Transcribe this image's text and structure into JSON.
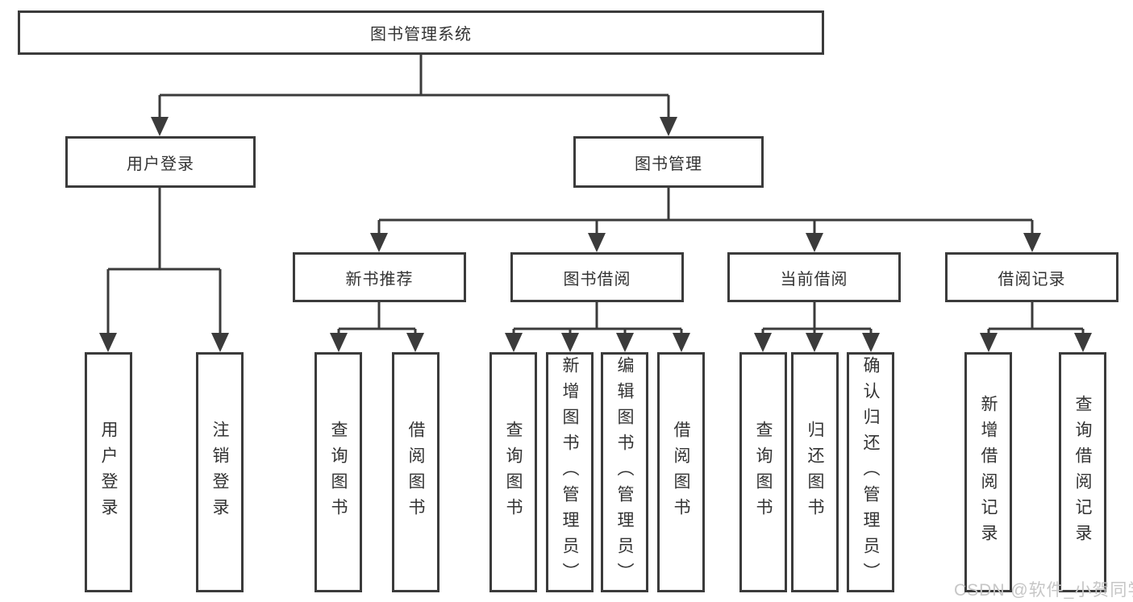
{
  "diagram_title": "图书管理系统",
  "colors": {
    "line": "#3b3b3b",
    "text": "#333333",
    "watermark": "#c6c6c6",
    "background": "#ffffff"
  },
  "tree": {
    "root": {
      "label": "图书管理系统"
    },
    "branches": [
      {
        "label": "用户登录",
        "children": [
          "用户登录",
          "注销登录"
        ]
      },
      {
        "label": "图书管理",
        "sections": [
          {
            "label": "新书推荐",
            "children": [
              "查询图书",
              "借阅图书"
            ]
          },
          {
            "label": "图书借阅",
            "children": [
              "查询图书",
              "新增图书（管理员）",
              "编辑图书（管理员）",
              "借阅图书"
            ]
          },
          {
            "label": "当前借阅",
            "children": [
              "查询图书",
              "归还图书",
              "确认归还（管理员）"
            ]
          },
          {
            "label": "借阅记录",
            "children": [
              "新增借阅记录",
              "查询借阅记录"
            ]
          }
        ]
      }
    ]
  },
  "watermark": {
    "text": "CSDN @软件_小贺同学"
  }
}
